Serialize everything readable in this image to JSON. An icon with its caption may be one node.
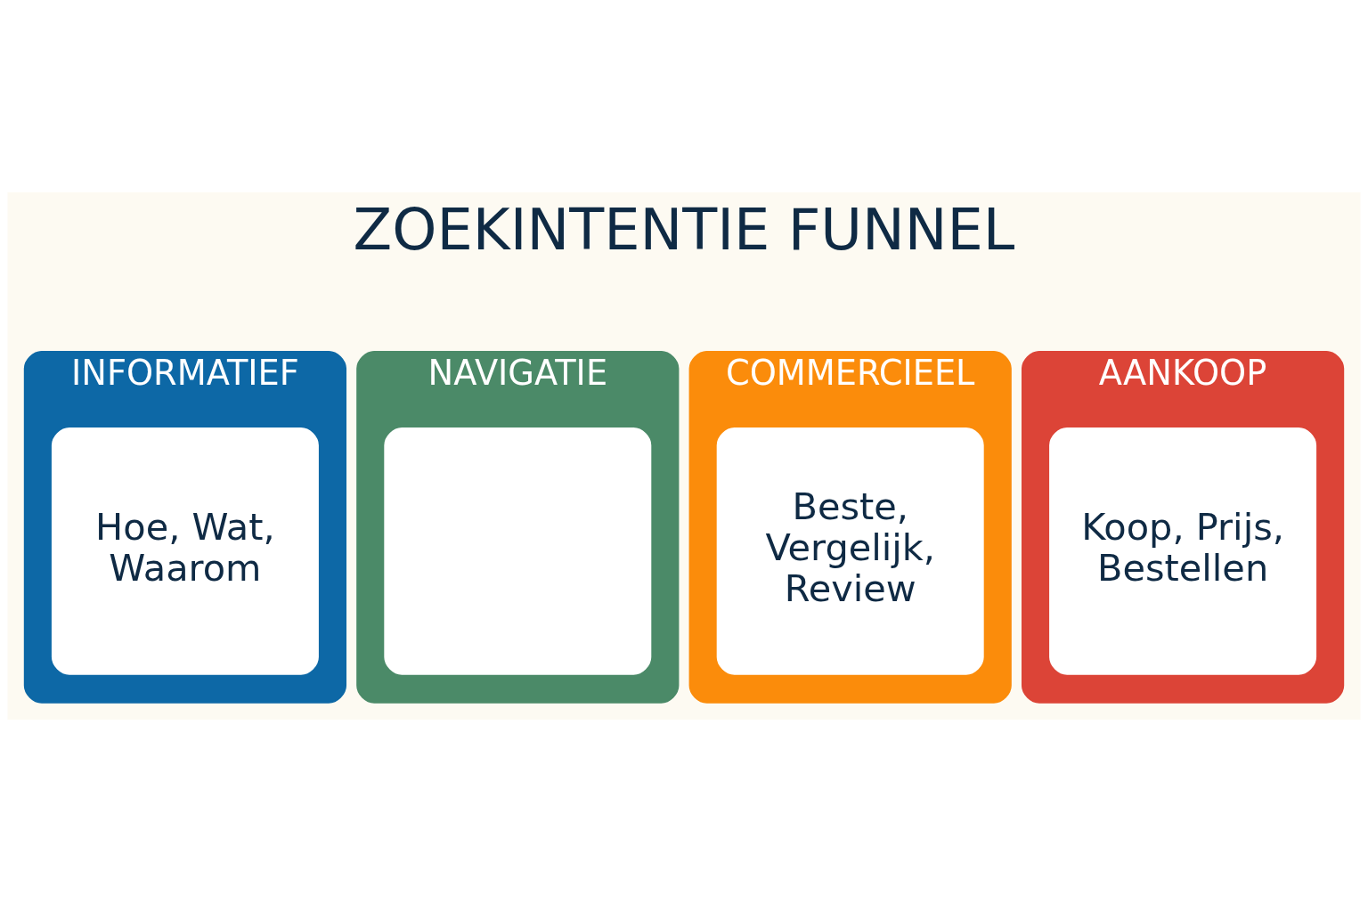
{
  "diagram": {
    "title": "ZOEKINTENTIE FUNNEL",
    "nodes": [
      {
        "text": [
          "INFORMATIEF"
        ]
      },
      {
        "text": [
          "Hoe, Wat, Waarom"
        ],
        "in": 0
      },
      {
        "text": [
          "NAVIGATIE"
        ]
      },
      {
        "text": [],
        "shape": "box",
        "in": 2
      },
      {
        "text": [
          "COMMERCIEEL"
        ]
      },
      {
        "text": [
          "Beste, Vergelijk, Review"
        ],
        "in": 4
      },
      {
        "text": [
          "AANKOOP"
        ]
      },
      {
        "text": [
          "Koop, Prijs, Bestellen"
        ],
        "in": 6
      }
    ],
    "edges": []
  }
}
